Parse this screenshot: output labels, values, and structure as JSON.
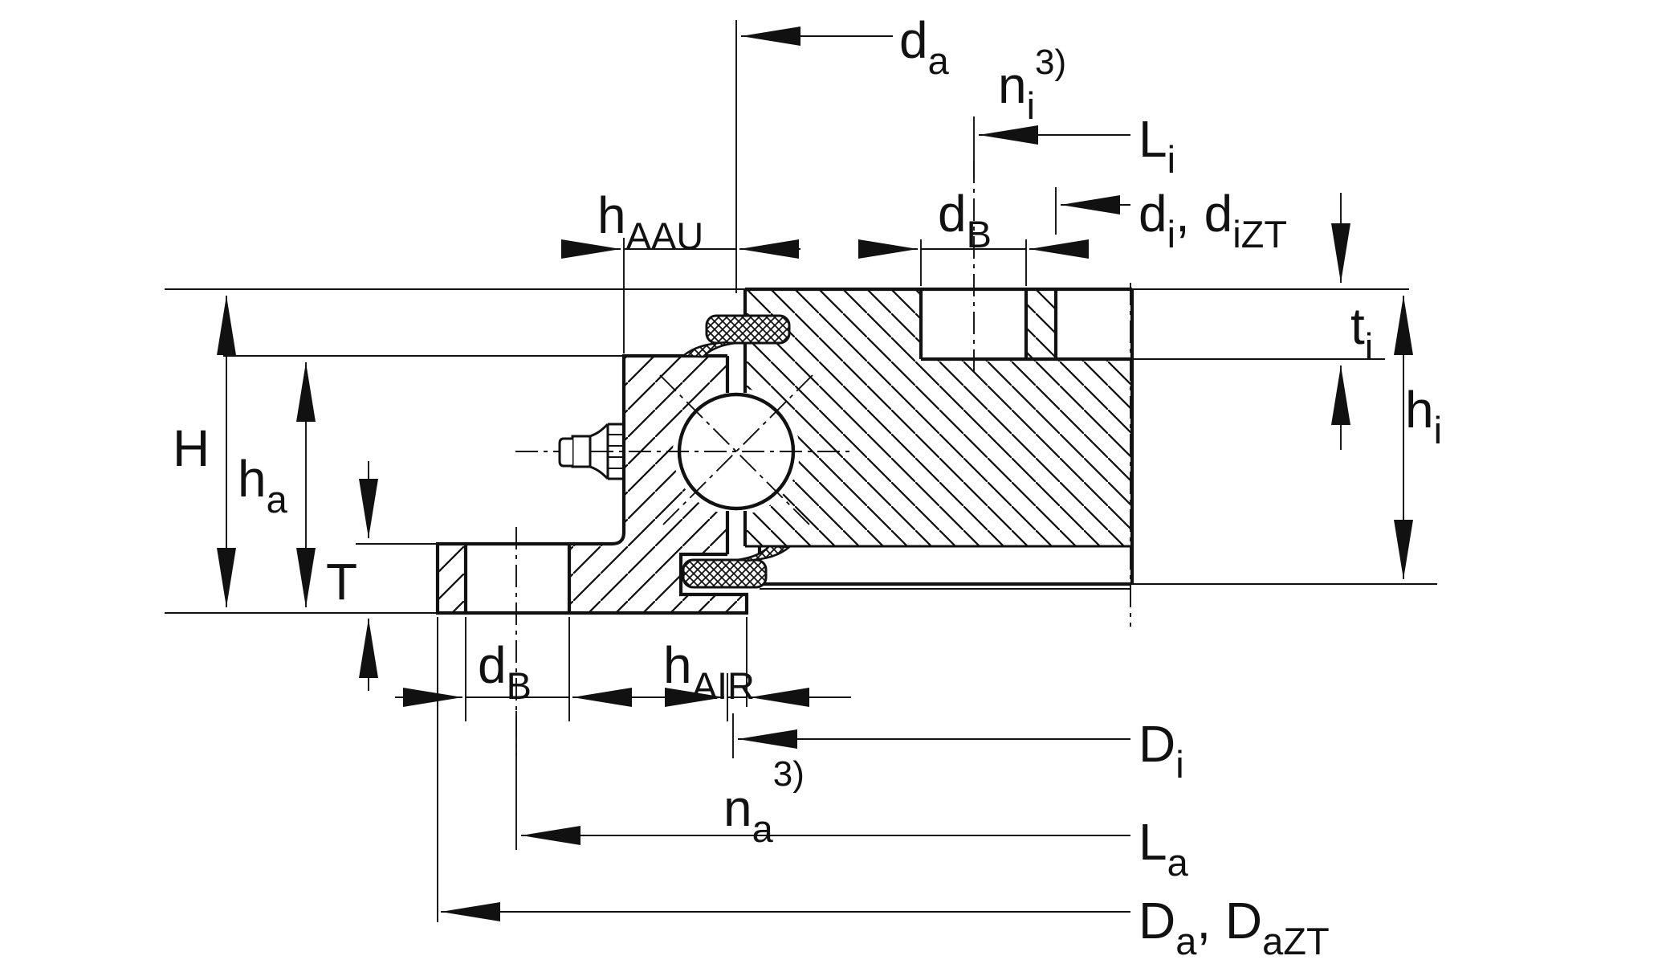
{
  "meta": {
    "type": "technical-drawing",
    "subject": "Cross-section of a flanged slewing ring ball bearing with dimension annotations",
    "colors": {
      "ink": "#111111",
      "background": "#ffffff"
    }
  },
  "labels": {
    "d_a": {
      "main": "d",
      "sub": "a"
    },
    "n_i": {
      "main": "n",
      "sub": "i",
      "sup": "3)"
    },
    "L_i": {
      "main": "L",
      "sub": "i"
    },
    "d_B_top": {
      "main": "d",
      "sub": "B"
    },
    "d_i": {
      "main": "d",
      "sub": "i",
      "mid": ", d",
      "sub2": "iZT"
    },
    "t_i": {
      "main": "t",
      "sub": "i"
    },
    "h_i": {
      "main": "h",
      "sub": "i"
    },
    "h_AAU": {
      "main": "h",
      "sub": "AAU"
    },
    "H": {
      "main": "H"
    },
    "h_a": {
      "main": "h",
      "sub": "a"
    },
    "T": {
      "main": "T"
    },
    "d_B_bottom": {
      "main": "d",
      "sub": "B"
    },
    "h_AIR": {
      "main": "h",
      "sub": "AIR"
    },
    "D_i": {
      "main": "D",
      "sub": "i"
    },
    "n_a": {
      "main": "n",
      "sub": "a",
      "sup": "3)"
    },
    "L_a": {
      "main": "L",
      "sub": "a"
    },
    "D_a": {
      "main": "D",
      "sub": "a",
      "mid": ", D",
      "sub2": "aZT"
    }
  }
}
